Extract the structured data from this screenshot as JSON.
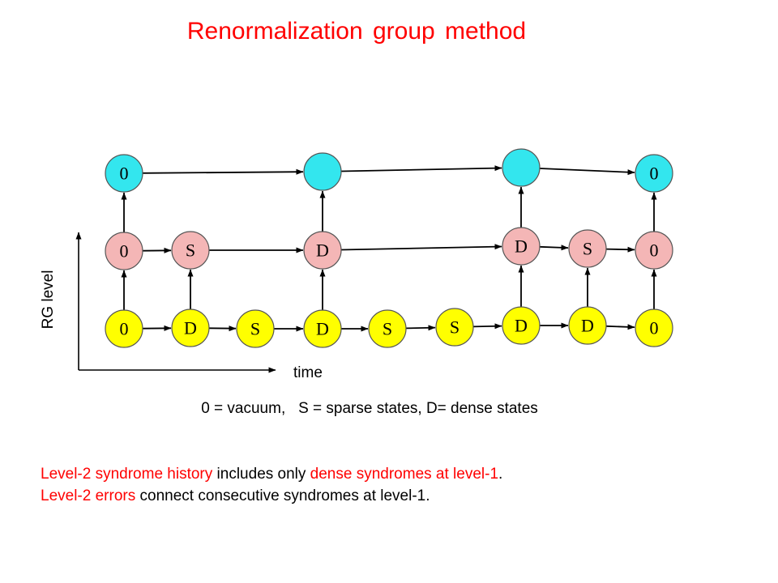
{
  "title": "Renormalization group method",
  "axes": {
    "y_label": "RG level",
    "x_label": "time"
  },
  "legend": "0 = vacuum,   S = sparse states, D= dense states",
  "notes": {
    "line1": {
      "part1": "Level-2 syndrome history",
      "part2": " includes only ",
      "part3": "dense syndromes at level-1",
      "part4": "."
    },
    "line2": {
      "part1": "Level-2 errors",
      "part2": " connect consecutive syndromes at level-1."
    }
  },
  "colors": {
    "level0": "#ffff00",
    "level1": "#f4b6b6",
    "level2": "#33e6ee",
    "accent": "#ff0000"
  },
  "diagram": {
    "rows": [
      {
        "level": 0,
        "color": "#ffff00",
        "nodes": [
          "0",
          "D",
          "S",
          "D",
          "S",
          "S",
          "D",
          "D",
          "0"
        ]
      },
      {
        "level": 1,
        "color": "#f4b6b6",
        "nodes": [
          "0",
          "S",
          "D",
          "D",
          "S",
          "0"
        ]
      },
      {
        "level": 2,
        "color": "#33e6ee",
        "nodes": [
          "0",
          "",
          "",
          "0"
        ]
      }
    ]
  }
}
